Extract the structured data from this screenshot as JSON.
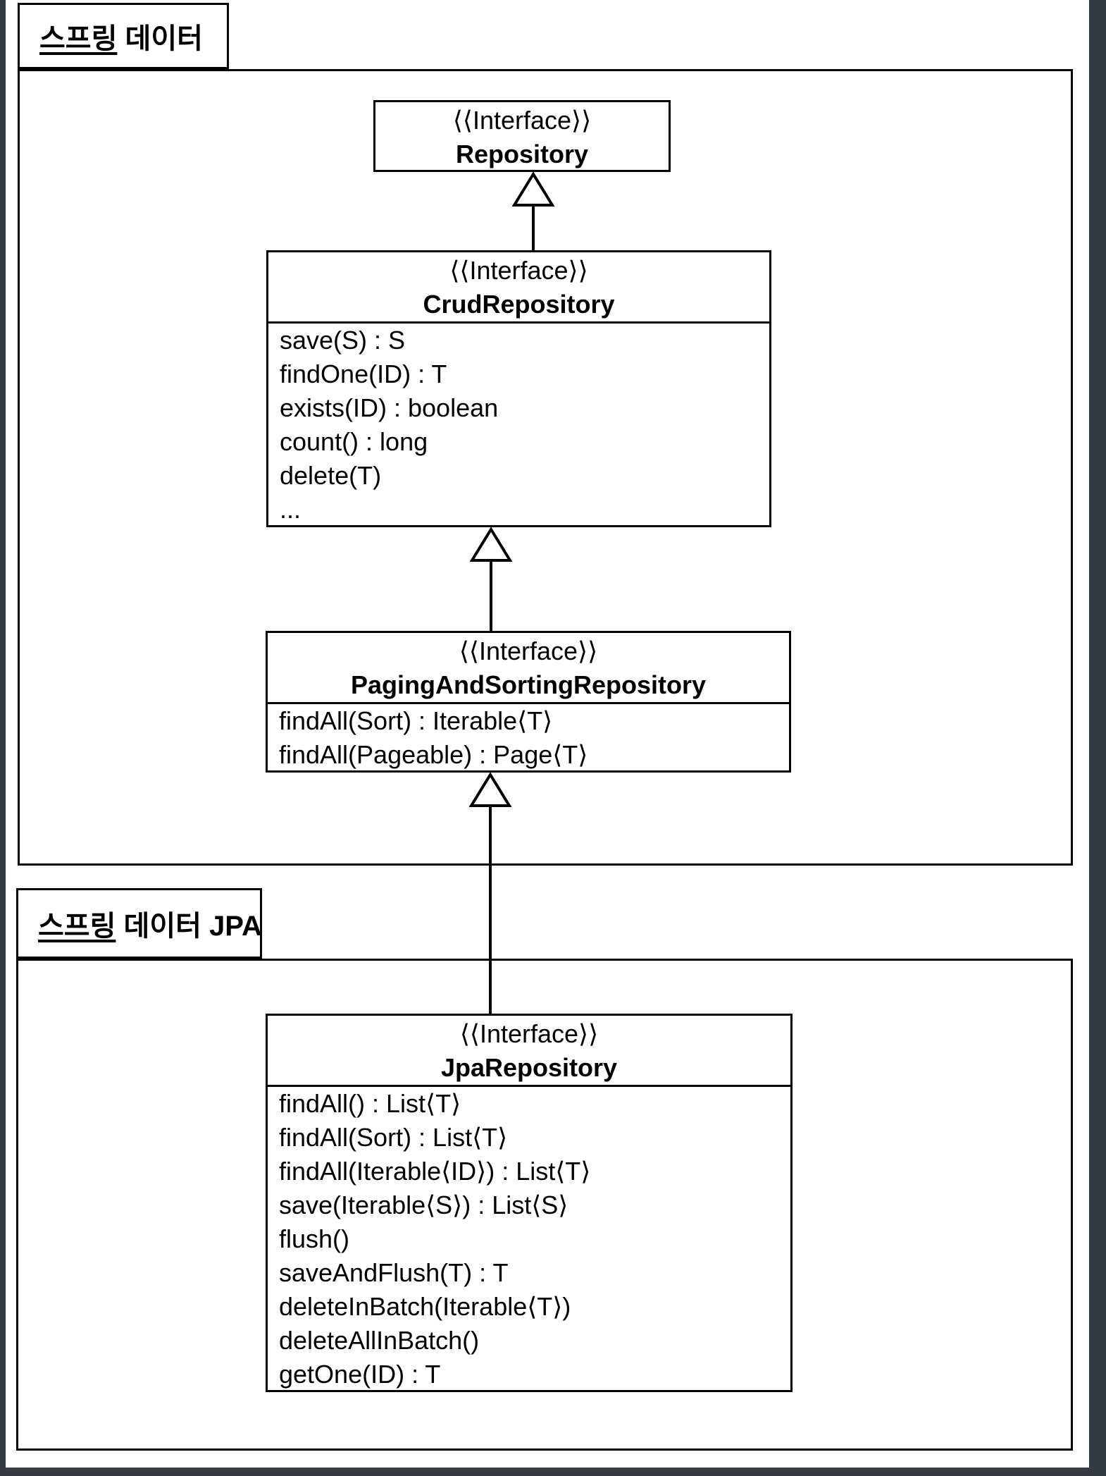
{
  "page": {
    "background_color": "#343a40",
    "canvas_color": "#ffffff",
    "line_color": "#000000"
  },
  "packages": [
    {
      "label": "스프링 데이터",
      "label_underlined": "스프링",
      "label_rest": " 데이터"
    },
    {
      "label": "스프링 데이터 JPA",
      "label_underlined": "스프링",
      "label_rest": " 데이터 JPA"
    }
  ],
  "interfaces": [
    {
      "stereotype": "⟨⟨Interface⟩⟩",
      "name": "Repository",
      "methods": []
    },
    {
      "stereotype": "⟨⟨Interface⟩⟩",
      "name": "CrudRepository",
      "methods": [
        "save(S) : S",
        "findOne(ID) : T",
        "exists(ID) : boolean",
        "count() : long",
        "delete(T)",
        "..."
      ]
    },
    {
      "stereotype": "⟨⟨Interface⟩⟩",
      "name": "PagingAndSortingRepository",
      "methods": [
        "findAll(Sort) : Iterable⟨T⟩",
        "findAll(Pageable) : Page⟨T⟩"
      ]
    },
    {
      "stereotype": "⟨⟨Interface⟩⟩",
      "name": "JpaRepository",
      "methods": [
        "findAll() : List⟨T⟩",
        "findAll(Sort) : List⟨T⟩",
        "findAll(Iterable⟨ID⟩) : List⟨T⟩",
        "save(Iterable⟨S⟩) : List⟨S⟩",
        "flush()",
        "saveAndFlush(T) : T",
        "deleteInBatch(Iterable⟨T⟩)",
        "deleteAllInBatch()",
        "getOne(ID) : T"
      ]
    }
  ],
  "relations": [
    {
      "type": "generalization",
      "from": "CrudRepository",
      "to": "Repository"
    },
    {
      "type": "generalization",
      "from": "PagingAndSortingRepository",
      "to": "CrudRepository"
    },
    {
      "type": "generalization",
      "from": "JpaRepository",
      "to": "PagingAndSortingRepository"
    }
  ]
}
